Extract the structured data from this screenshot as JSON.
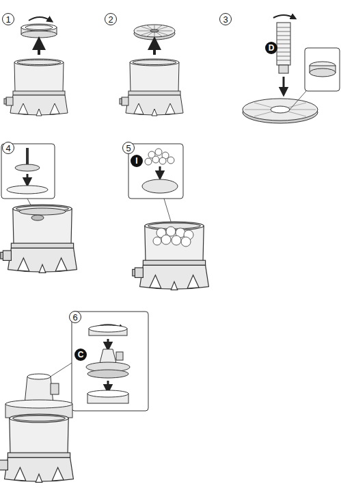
{
  "diagram": {
    "labels": [
      "1",
      "2",
      "3",
      "D",
      "4",
      "5",
      "I",
      "6",
      "C"
    ]
  }
}
